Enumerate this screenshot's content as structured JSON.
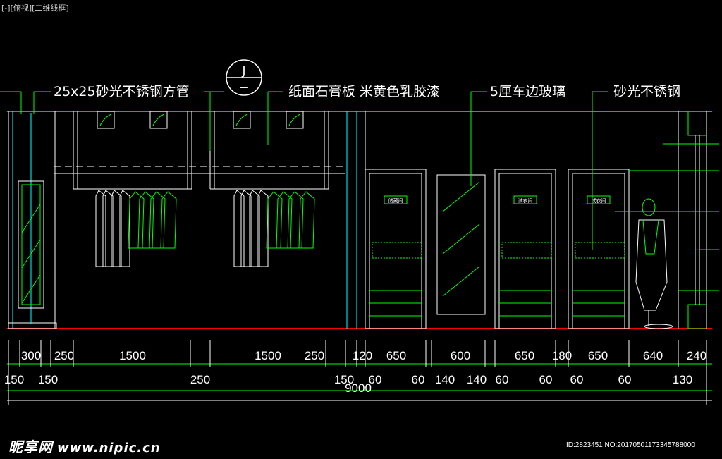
{
  "viewport": {
    "label": "[-][俯视][二维线框]"
  },
  "annotations": {
    "tube": "25x25砂光不锈钢方管",
    "gypsum": "纸面石膏板 米黄色乳胶漆",
    "glass": "5厘车边玻璃",
    "steel": "砂光不锈钢"
  },
  "symbol": {
    "letter": "J",
    "sub": "—"
  },
  "door_signs": [
    "储藏间",
    "试衣间",
    "试衣间"
  ],
  "dimensions": {
    "top_row": [
      "300",
      "250",
      "1500",
      "1500",
      "250",
      "120",
      "650",
      "600",
      "650",
      "180",
      "650",
      "640",
      "240"
    ],
    "bottom_row": [
      "150",
      "150",
      "250",
      "150",
      "60",
      "60",
      "140",
      "140",
      "60",
      "60",
      "60",
      "60",
      "130"
    ],
    "total": "9000"
  },
  "watermark": {
    "brand": "昵享网",
    "url": "www.nipic.cn",
    "id": "ID:2823451 NO:20170501173345788000"
  },
  "colors": {
    "line": "#ffffff",
    "accent": "#00ff00",
    "cyan": "#00ffff",
    "floor": "#ff0000"
  }
}
